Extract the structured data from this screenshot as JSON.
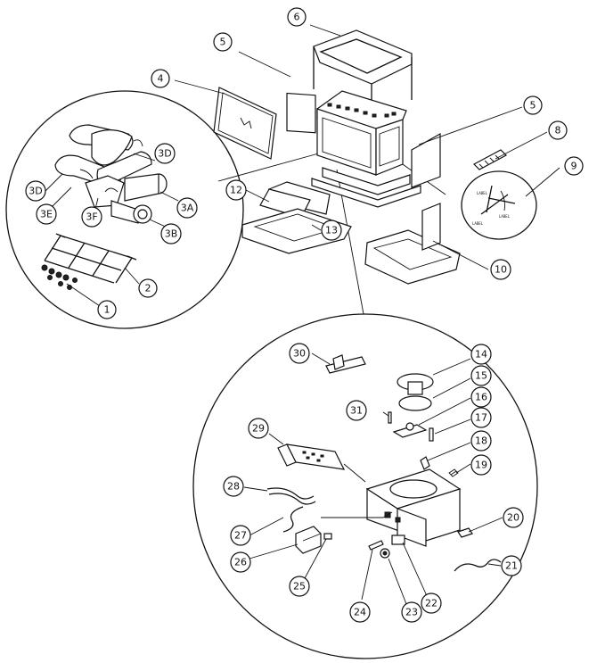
{
  "diagram": {
    "callouts": [
      {
        "id": "c1",
        "label": "1"
      },
      {
        "id": "c2",
        "label": "2"
      },
      {
        "id": "c3A",
        "label": "3A"
      },
      {
        "id": "c3B",
        "label": "3B"
      },
      {
        "id": "c3D_top",
        "label": "3D"
      },
      {
        "id": "c3D_left",
        "label": "3D"
      },
      {
        "id": "c3E",
        "label": "3E"
      },
      {
        "id": "c3F",
        "label": "3F"
      },
      {
        "id": "c4",
        "label": "4"
      },
      {
        "id": "c5_left",
        "label": "5"
      },
      {
        "id": "c5_right",
        "label": "5"
      },
      {
        "id": "c6",
        "label": "6"
      },
      {
        "id": "c8",
        "label": "8"
      },
      {
        "id": "c9",
        "label": "9"
      },
      {
        "id": "c10",
        "label": "10"
      },
      {
        "id": "c12",
        "label": "12"
      },
      {
        "id": "c13",
        "label": "13"
      },
      {
        "id": "c14",
        "label": "14"
      },
      {
        "id": "c15",
        "label": "15"
      },
      {
        "id": "c16",
        "label": "16"
      },
      {
        "id": "c17",
        "label": "17"
      },
      {
        "id": "c18",
        "label": "18"
      },
      {
        "id": "c19",
        "label": "19"
      },
      {
        "id": "c20",
        "label": "20"
      },
      {
        "id": "c21",
        "label": "21"
      },
      {
        "id": "c22",
        "label": "22"
      },
      {
        "id": "c23",
        "label": "23"
      },
      {
        "id": "c24",
        "label": "24"
      },
      {
        "id": "c25",
        "label": "25"
      },
      {
        "id": "c26",
        "label": "26"
      },
      {
        "id": "c27",
        "label": "27"
      },
      {
        "id": "c28",
        "label": "28"
      },
      {
        "id": "c29",
        "label": "29"
      },
      {
        "id": "c30",
        "label": "30"
      },
      {
        "id": "c31",
        "label": "31"
      }
    ],
    "wire_labels": [
      "LABEL",
      "LABEL",
      "LABEL"
    ]
  }
}
